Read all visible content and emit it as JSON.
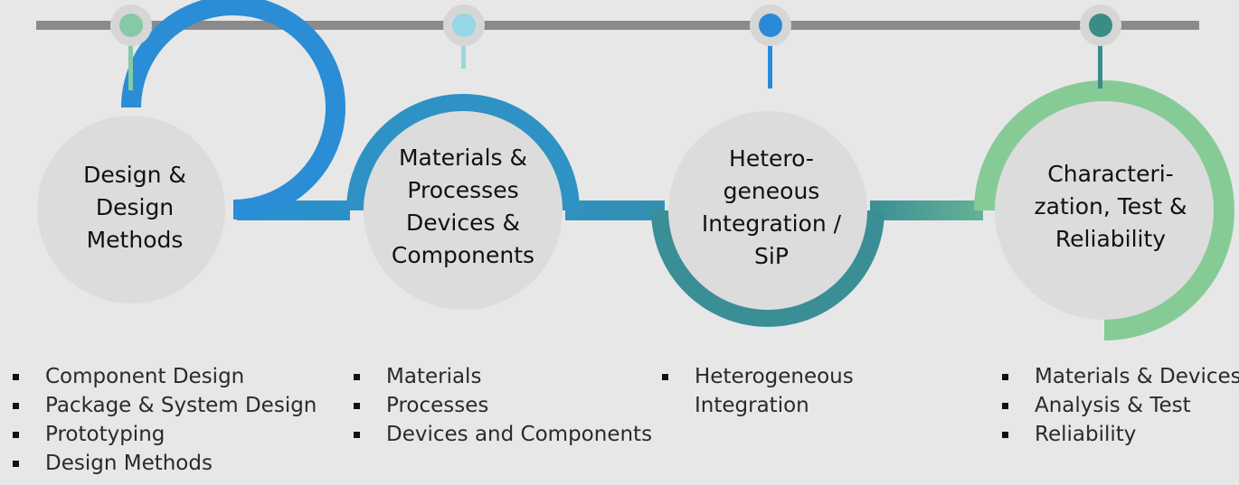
{
  "colors": {
    "background": "#e7e7e7",
    "timeline": "#8a8a8a",
    "inner_circle": "#dcdcdc",
    "stage1_ring": "#2a8dd6",
    "stage2_ring": "#2e92c4",
    "stage3_ring": "#3a8e96",
    "stage4_ring": "#86cb96",
    "stage1_dot": "#86c9a6",
    "stage2_dot": "#96d6e6",
    "stage3_dot": "#2a8ad8",
    "stage4_dot": "#3a8c86"
  },
  "stages": [
    {
      "title_lines": [
        "Design &",
        "Design",
        "Methods"
      ],
      "bullets": [
        "Component Design",
        "Package & System Design",
        "Prototyping",
        "Design Methods"
      ]
    },
    {
      "title_lines": [
        "Materials &",
        "Processes",
        "Devices &",
        "Components"
      ],
      "bullets": [
        "Materials",
        "Processes",
        "Devices and Components"
      ]
    },
    {
      "title_lines": [
        "Hetero-",
        "geneous",
        "Integration /",
        "SiP"
      ],
      "bullets": [
        "Heterogeneous",
        "Integration"
      ]
    },
    {
      "title_lines": [
        "Characteri-",
        "zation, Test &",
        "Reliability"
      ],
      "bullets": [
        "Materials & Devices",
        "Analysis & Test",
        "Reliability"
      ]
    }
  ]
}
